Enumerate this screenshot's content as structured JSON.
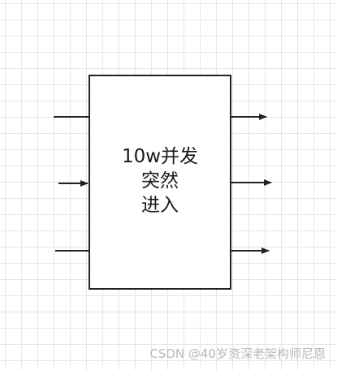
{
  "node": {
    "lines": [
      "10w并发",
      "突然",
      "进入"
    ]
  },
  "watermark": "CSDN @40岁资深老架构师尼恩",
  "colors": {
    "stroke": "#222222",
    "grid": "#e6e6e6",
    "background": "#ffffff",
    "watermark": "#b8b8b8"
  }
}
